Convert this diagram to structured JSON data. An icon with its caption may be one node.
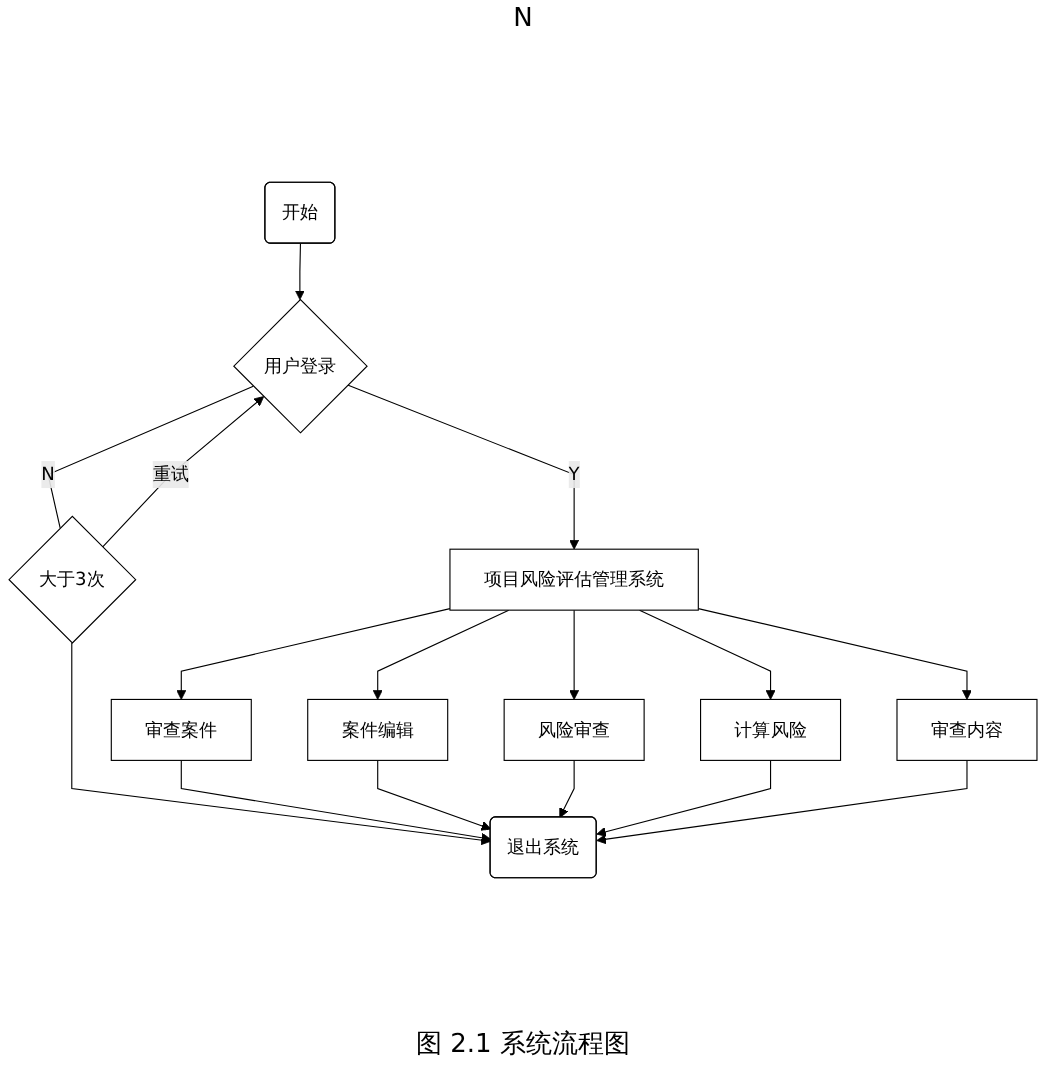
{
  "diagram": {
    "caption": "图 2.1 系统流程图",
    "nodes": [
      {
        "text": [
          "开始"
        ]
      },
      {
        "text": [
          "用户登录"
        ]
      },
      {
        "text": [
          "大于3次"
        ]
      },
      {
        "text": [
          "项目风险评估管理系统"
        ]
      },
      {
        "text": [
          "审查案件"
        ]
      },
      {
        "text": [
          "案件编辑"
        ]
      },
      {
        "text": [
          "风险审查"
        ]
      },
      {
        "text": [
          "计算风险"
        ]
      },
      {
        "text": [
          "审查内容"
        ]
      },
      {
        "text": [
          "退出系统"
        ]
      }
    ],
    "edges": [
      {
        "from": 0,
        "to": 1,
        "arrow": "to"
      },
      {
        "from": 1,
        "to": 2,
        "arrow": "none",
        "label": "N"
      },
      {
        "from": 2,
        "to": 1,
        "arrow": "to",
        "label": "重试"
      },
      {
        "from": 1,
        "to": 3,
        "arrow": "to",
        "label": "Y"
      },
      {
        "from": 2,
        "to": 9,
        "arrow": "to"
      },
      {
        "from": 3,
        "to": 4,
        "arrow": "to"
      },
      {
        "from": 3,
        "to": 5,
        "arrow": "to"
      },
      {
        "from": 3,
        "to": 6,
        "arrow": "to"
      },
      {
        "from": 3,
        "to": 7,
        "arrow": "to"
      },
      {
        "from": 3,
        "to": 8,
        "arrow": "to"
      },
      {
        "from": 4,
        "to": 9,
        "arrow": "to"
      },
      {
        "from": 5,
        "to": 9,
        "arrow": "to"
      },
      {
        "from": 6,
        "to": 9,
        "arrow": "to"
      },
      {
        "from": 7,
        "to": 9,
        "arrow": "to"
      },
      {
        "from": 8,
        "to": 9,
        "arrow": "to"
      }
    ],
    "labels": [
      "N"
    ]
  }
}
